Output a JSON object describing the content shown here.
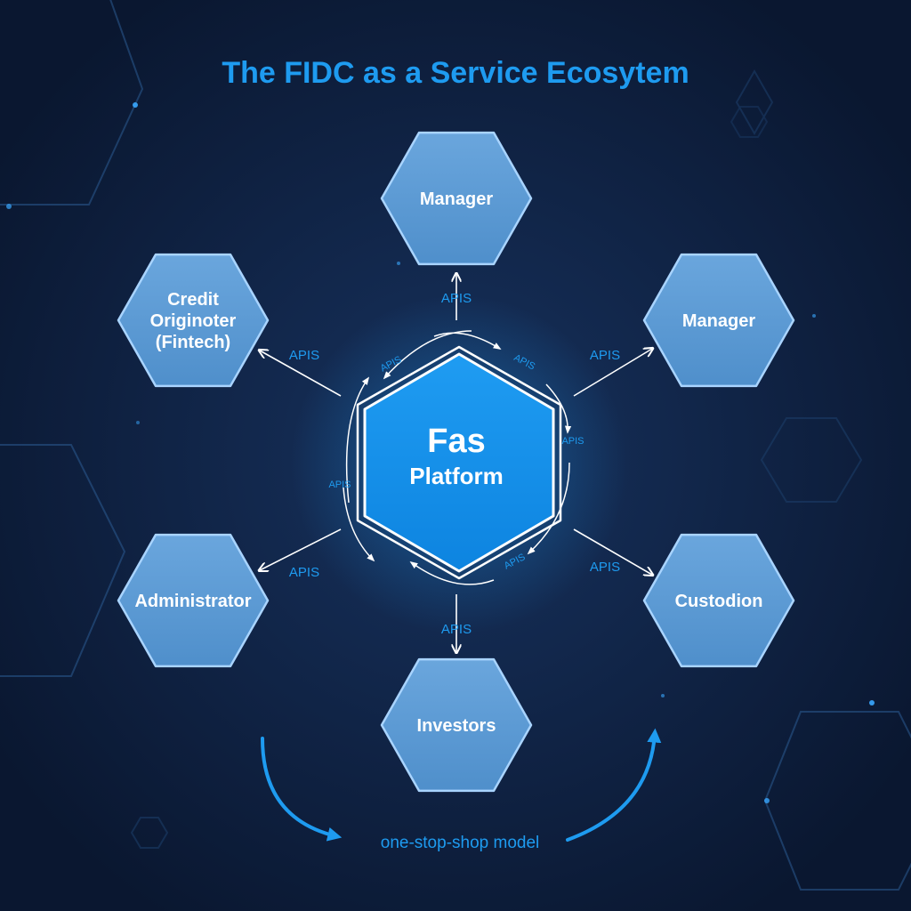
{
  "title": "The FIDC as a Service Ecosytem",
  "center": {
    "line1": "Fas",
    "line2": "Platform"
  },
  "nodes": [
    {
      "id": "top",
      "lines": [
        "Manager"
      ]
    },
    {
      "id": "upper-right",
      "lines": [
        "Manager"
      ]
    },
    {
      "id": "lower-right",
      "lines": [
        "Custodion"
      ]
    },
    {
      "id": "bottom",
      "lines": [
        "Investors"
      ]
    },
    {
      "id": "lower-left",
      "lines": [
        "Administrator"
      ]
    },
    {
      "id": "upper-left",
      "lines": [
        "Credit",
        "Originoter",
        "(Fintech)"
      ]
    }
  ],
  "connector_label": "APIS",
  "ring_label": "APIS",
  "footer": "one-stop-shop model",
  "colors": {
    "background": "#0b1a33",
    "accent": "#1e9bf0",
    "node_fill": "#5b9bd5",
    "node_stroke": "#a9d4ff",
    "center_fill": "#1a8fe8",
    "arrow": "#ffffff"
  }
}
